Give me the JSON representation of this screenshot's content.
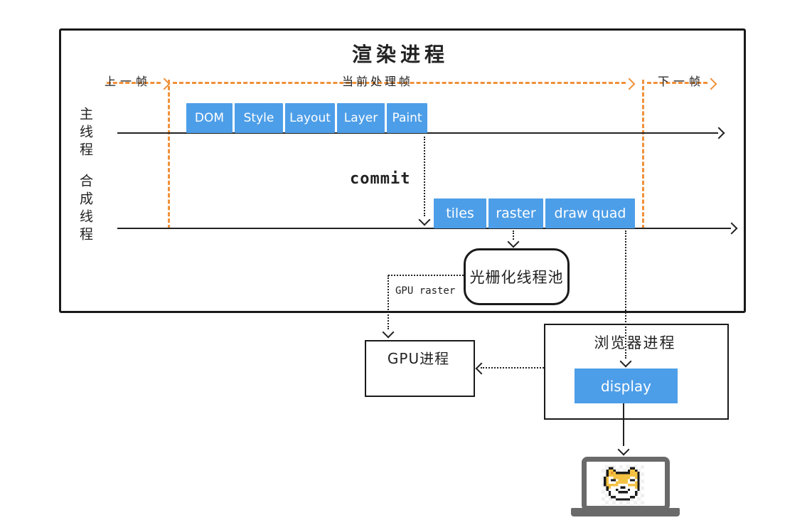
{
  "diagram": {
    "title": "渲染进程",
    "frame_markers": {
      "previous": "上一帧",
      "current": "当前处理帧",
      "next": "下一帧"
    },
    "threads": {
      "main": {
        "label": "主线程",
        "stages": [
          "DOM",
          "Style",
          "Layout",
          "Layer",
          "Paint"
        ]
      },
      "compositor": {
        "label": "合成线程",
        "stages": [
          "tiles",
          "raster",
          "draw quad"
        ]
      }
    },
    "annotations": {
      "commit": "commit",
      "gpu_raster": "GPU raster"
    },
    "nodes": {
      "raster_pool": "光栅化线程池",
      "gpu_process": "GPU进程",
      "browser_process": "浏览器进程",
      "display": "display"
    },
    "icons": {
      "laptop": "laptop-icon",
      "dog": "shiba-dog-icon"
    },
    "colors": {
      "stage_blue": "#4D9EE8",
      "frame_orange": "#F0913A",
      "line_black": "#222222",
      "laptop_gray": "#6A6A6A"
    }
  }
}
